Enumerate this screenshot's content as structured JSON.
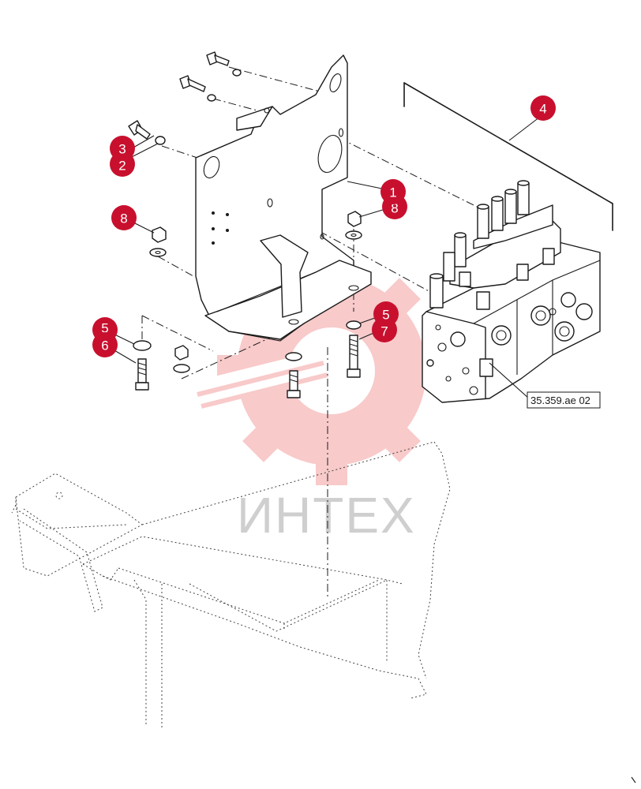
{
  "diagram": {
    "reference_label": "35.359.ae 02",
    "watermark_text": "ИНТЕХ",
    "colors": {
      "callout": "#c8102e",
      "watermark": "#f4a0a0",
      "line": "#1a1a1a"
    },
    "callouts": [
      {
        "id": "c1",
        "label": "1"
      },
      {
        "id": "c2",
        "label": "2"
      },
      {
        "id": "c3",
        "label": "3"
      },
      {
        "id": "c4",
        "label": "4"
      },
      {
        "id": "c5a",
        "label": "5"
      },
      {
        "id": "c5b",
        "label": "5"
      },
      {
        "id": "c6",
        "label": "6"
      },
      {
        "id": "c7",
        "label": "7"
      },
      {
        "id": "c8a",
        "label": "8"
      },
      {
        "id": "c8b",
        "label": "8"
      }
    ]
  }
}
